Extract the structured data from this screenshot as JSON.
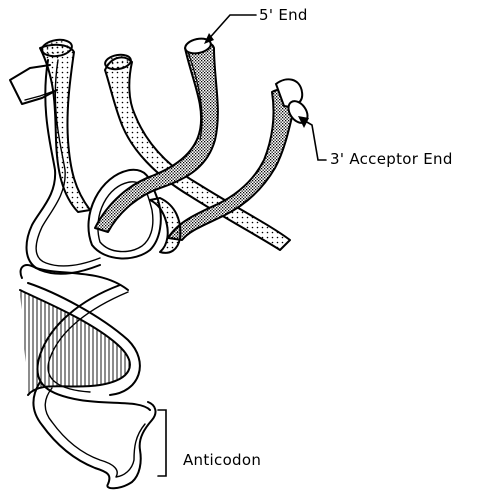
{
  "labels": {
    "five_prime": "5' End",
    "three_prime": "3' Acceptor End",
    "anticodon": "Anticodon"
  },
  "colors": {
    "ink": "#000000",
    "background": "#ffffff"
  }
}
